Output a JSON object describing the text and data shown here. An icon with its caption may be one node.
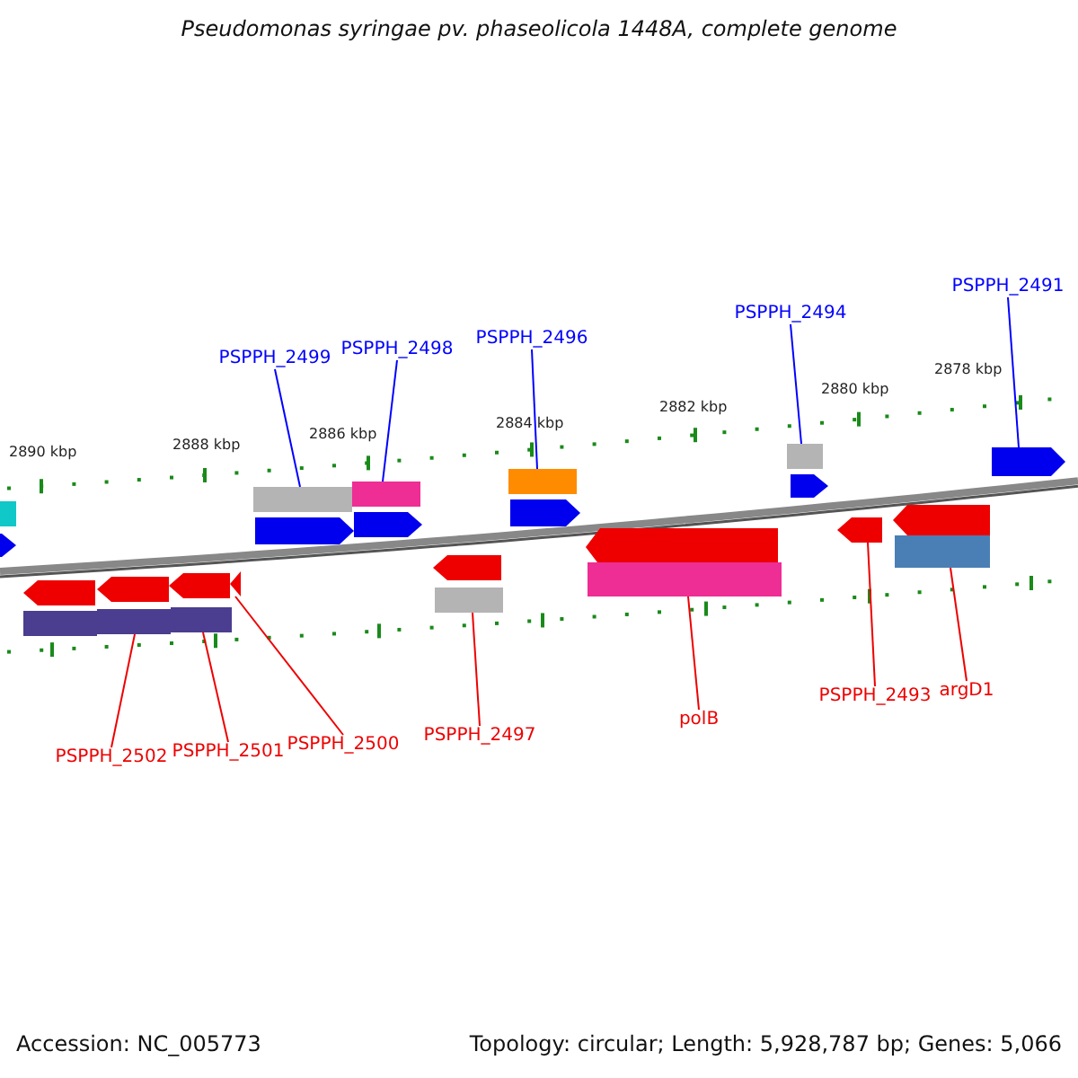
{
  "diagram": {
    "title": "Pseudomonas syringae pv. phaseolicola 1448A, complete genome",
    "nodes": [
      {
        "text": [
          "PSPPH_2499"
        ]
      },
      {
        "text": [
          "PSPPH_2498"
        ]
      },
      {
        "text": [
          "PSPPH_2496"
        ]
      },
      {
        "text": [
          "PSPPH_2494"
        ]
      },
      {
        "text": [
          "PSPPH_2491"
        ]
      },
      {
        "text": [],
        "shape": "bar"
      },
      {
        "text": [],
        "shape": "bar"
      },
      {
        "text": [],
        "shape": "bar"
      },
      {
        "text": [],
        "shape": "bar"
      },
      {
        "text": [],
        "shape": "arrow"
      },
      {
        "text": [],
        "shape": "bar"
      },
      {
        "text": [],
        "shape": "bar"
      },
      {
        "text": [],
        "shape": "arrow"
      },
      {
        "text": [],
        "shape": "bar"
      },
      {
        "text": [],
        "shape": "bar"
      },
      {
        "text": [],
        "shape": "arrow"
      },
      {
        "text": [],
        "shape": "bar"
      },
      {
        "text": [
          "PSPPH_2502"
        ]
      },
      {
        "text": [
          "PSPPH_2501"
        ]
      },
      {
        "text": [
          "PSPPH_2500"
        ]
      },
      {
        "text": [
          "PSPPH_2497"
        ]
      },
      {
        "text": [
          "polB"
        ]
      },
      {
        "text": [
          "PSPPH_2493"
        ]
      },
      {
        "text": [
          "argD1"
        ]
      }
    ],
    "edges": [
      {
        "from": 0,
        "to": 5,
        "arrow": "none",
        "color": "#0000ff"
      },
      {
        "from": 1,
        "to": 6,
        "arrow": "none",
        "color": "#0000ff"
      },
      {
        "from": 2,
        "to": 7,
        "arrow": "none",
        "color": "#0000ff"
      },
      {
        "from": 3,
        "to": 8,
        "arrow": "none",
        "color": "#0000ff"
      },
      {
        "from": 4,
        "to": 9,
        "arrow": "none",
        "color": "#0000ff"
      },
      {
        "from": 17,
        "to": 10,
        "arrow": "none"
      },
      {
        "from": 18,
        "to": 11,
        "arrow": "none"
      },
      {
        "from": 19,
        "to": 12,
        "arrow": "none"
      },
      {
        "from": 20,
        "to": 13,
        "arrow": "none"
      },
      {
        "from": 21,
        "to": 14,
        "arrow": "none"
      },
      {
        "from": 22,
        "to": 15,
        "arrow": "none"
      },
      {
        "from": 23,
        "to": 16,
        "arrow": "none"
      }
    ],
    "labels": [
      "2890 kbp",
      "2888 kbp",
      "2886 kbp",
      "2884 kbp",
      "2882 kbp",
      "2880 kbp",
      "2878 kbp",
      "Accession: NC_005773",
      "Topology: circular; Length: 5,928,787 bp; Genes: 5,066"
    ]
  }
}
